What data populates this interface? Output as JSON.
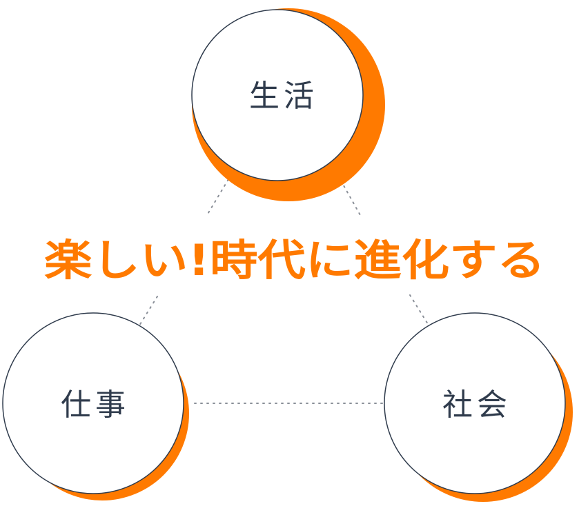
{
  "title": "楽しい!時代に進化する",
  "nodes": {
    "top": {
      "label": "生活"
    },
    "left": {
      "label": "仕事"
    },
    "right": {
      "label": "社会"
    }
  },
  "colors": {
    "accent": "#ff7a00",
    "stroke": "#2f3b4c",
    "text": "#2f3b4c",
    "connector": "#8a8f98"
  }
}
